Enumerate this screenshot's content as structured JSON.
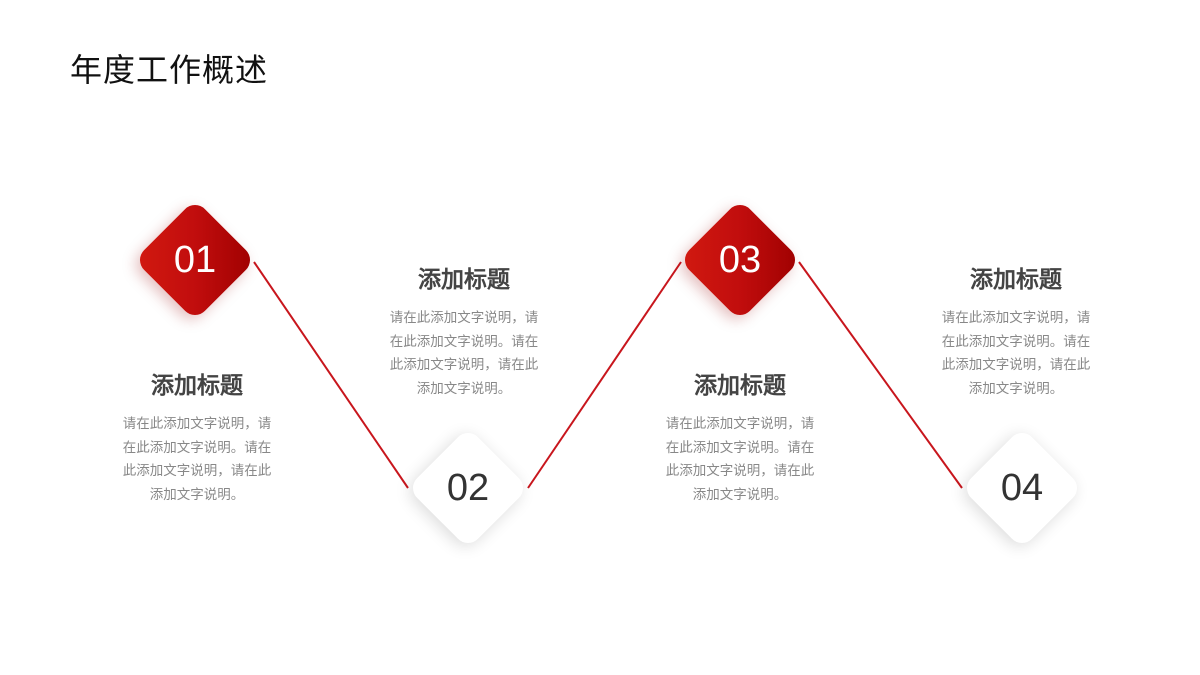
{
  "page": {
    "title": "年度工作概述"
  },
  "colors": {
    "accent_red": "#c10d0d",
    "line_red": "#c8161d",
    "title_text": "#444444",
    "desc_text": "#888888"
  },
  "steps": [
    {
      "number": "01",
      "style": "red",
      "title": "添加标题",
      "desc_lines": [
        "请在此添加文字说明，请",
        "在此添加文字说明。请在",
        "此添加文字说明，请在此",
        "添加文字说明。"
      ]
    },
    {
      "number": "02",
      "style": "white",
      "title": "添加标题",
      "desc_lines": [
        "请在此添加文字说明，请",
        "在此添加文字说明。请在",
        "此添加文字说明，请在此",
        "添加文字说明。"
      ]
    },
    {
      "number": "03",
      "style": "red",
      "title": "添加标题",
      "desc_lines": [
        "请在此添加文字说明，请",
        "在此添加文字说明。请在",
        "此添加文字说明，请在此",
        "添加文字说明。"
      ]
    },
    {
      "number": "04",
      "style": "white",
      "title": "添加标题",
      "desc_lines": [
        "请在此添加文字说明，请",
        "在此添加文字说明。请在",
        "此添加文字说明，请在此",
        "添加文字说明。"
      ]
    }
  ]
}
